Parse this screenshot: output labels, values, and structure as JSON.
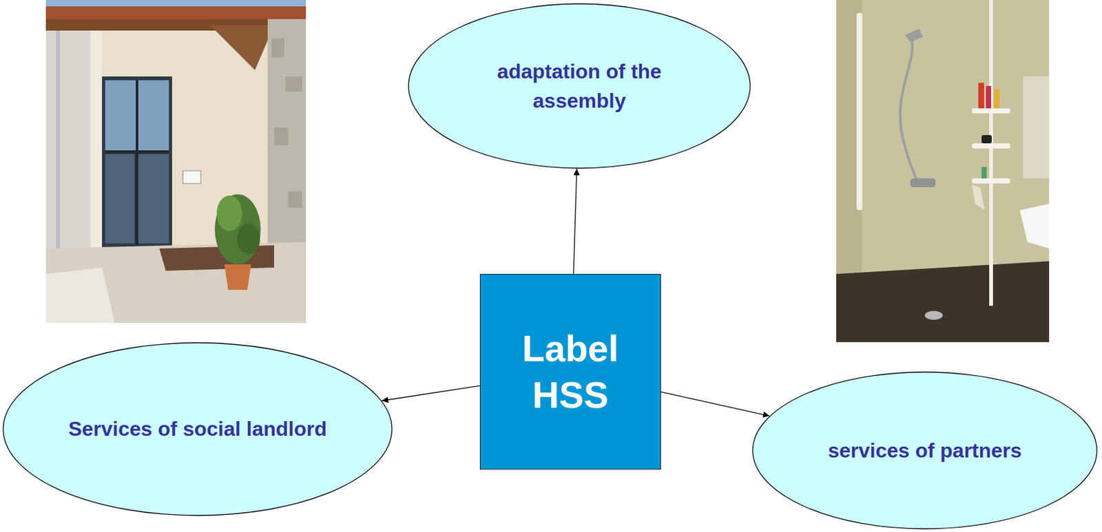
{
  "diagram": {
    "nodes": [
      {
        "text": [
          "adaptation of the assembly"
        ]
      },
      {
        "text": [
          "Label HSS"
        ]
      },
      {
        "text": [
          "Services of social landlord"
        ]
      },
      {
        "text": [
          "services of partners"
        ]
      }
    ],
    "edges": [
      {
        "from": 1,
        "to": 0,
        "arrow": "to"
      },
      {
        "from": 1,
        "to": 2,
        "arrow": "to"
      },
      {
        "from": 1,
        "to": 3,
        "arrow": "to"
      }
    ]
  }
}
